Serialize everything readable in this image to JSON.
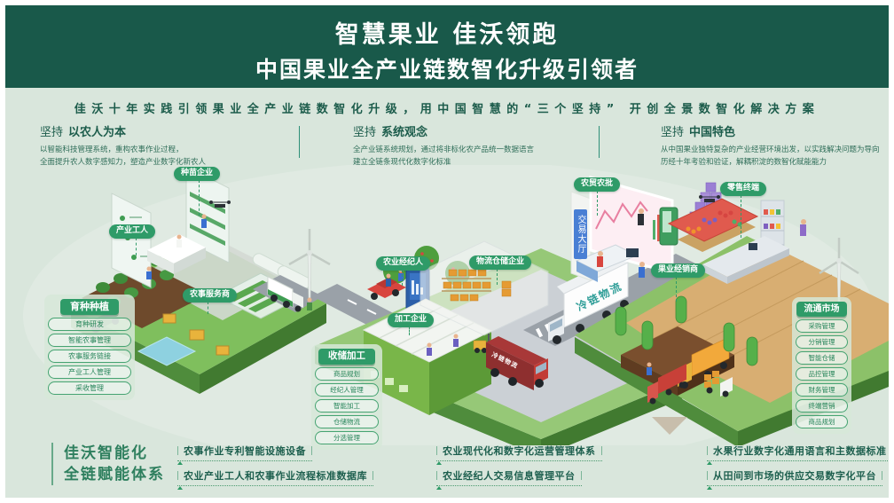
{
  "header": {
    "title_line1": "智慧果业  佳沃领跑",
    "title_line2": "中国果业全产业链数智化升级引领者"
  },
  "intro": {
    "text": "佳沃十年实践引领果业全产业链数智化升级，用中国智慧的“三个坚持” 开创全景数智化解决方案"
  },
  "pillars": [
    {
      "prefix": "坚持",
      "title": "以农人为本",
      "desc_line1": "以智能科技管理系统，重构农事作业过程，",
      "desc_line2": "全面提升农人数字感知力，塑造产业数字化新农人"
    },
    {
      "prefix": "坚持",
      "title": "系统观念",
      "desc_line1": "全产业链系统规划，通过将非标化农产品统一数据语言",
      "desc_line2": "建立全链条现代化数字化标准"
    },
    {
      "prefix": "坚持",
      "title": "中国特色",
      "desc_line1": "从中国果业独特复杂的产业经营环境出发，以实践解决问题为导向",
      "desc_line2": "历经十年考验和验证，解耦积淀的数智化赋能能力"
    }
  ],
  "scene": {
    "badges": {
      "seedling_company": "种苗企业",
      "industry_worker": "产业工人",
      "farm_service_provider": "农事服务商",
      "agri_broker": "农业经纪人",
      "logistics_storage_company": "物流仓储企业",
      "processing_company": "加工企业",
      "agri_trade_wholesale": "农贸农批",
      "retail_terminal": "零售终端",
      "fruit_distributor": "果业经销商"
    },
    "panels": [
      {
        "title": "育种种植",
        "items": [
          "育种研发",
          "智能农事管理",
          "农事服务链接",
          "产业工人管理",
          "采收管理"
        ]
      },
      {
        "title": "收储加工",
        "items": [
          "商品规划",
          "经纪人管理",
          "智能加工",
          "仓储物流",
          "分选管理"
        ]
      },
      {
        "title": "流通市场",
        "items": [
          "采购管理",
          "分销管理",
          "智能仓储",
          "品控管理",
          "财务管理",
          "终端营销",
          "商品规划"
        ]
      }
    ],
    "labels": {
      "trading_hall": "交易大厅",
      "cold_chain": "冷链物流"
    }
  },
  "footer": {
    "title_line1": "佳沃智能化",
    "title_line2": "全链赋能体系",
    "items": [
      "农事作业专利智能设施设备",
      "农业产业工人和农事作业流程标准数据库",
      "农业现代化和数字化运营管理体系",
      "农业经纪人交易信息管理平台",
      "水果行业数字化通用语言和主数据标准",
      "从田间到市场的供应交易数字化平台"
    ]
  },
  "colors": {
    "header_bg": "#19594a",
    "page_bg": "#d9e6dc",
    "badge_green": "#2f9b68",
    "text_green": "#1c5c4b",
    "accent_teal": "#2f9e98"
  }
}
